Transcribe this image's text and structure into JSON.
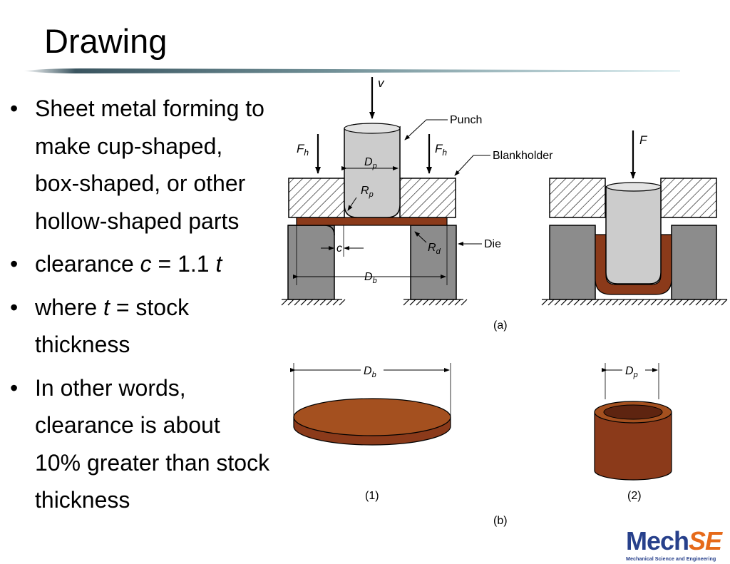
{
  "slide": {
    "title": "Drawing"
  },
  "bullets": {
    "b1": {
      "lines": [
        "Sheet metal forming to",
        "make cup-shaped,",
        "box-shaped, or other",
        "hollow-shaped parts"
      ]
    },
    "b2": {
      "prefix": "clearance ",
      "var1": "c",
      "eq": " = 1.1 ",
      "var2": "t"
    },
    "b3": {
      "prefix": "where ",
      "var": "t",
      "rest": " = stock",
      "line2": "thickness"
    },
    "b4": {
      "lines": [
        "In other words,",
        "clearance is about",
        "10% greater than stock",
        "thickness"
      ]
    }
  },
  "diagram": {
    "v": "v",
    "punch": "Punch",
    "blankholder": "Blankholder",
    "die": "Die",
    "fh": "F",
    "fh_sub": "h",
    "f": "F",
    "dp": "D",
    "dp_sub": "p",
    "rp": "R",
    "rp_sub": "p",
    "rd": "R",
    "rd_sub": "d",
    "c": "c",
    "db": "D",
    "db_sub": "b",
    "label_a": "(a)",
    "label_b": "(b)",
    "label_1": "(1)",
    "label_2": "(2)"
  },
  "logo": {
    "mech": "Mech",
    "se": "SE",
    "subtitle": "Mechanical Science and Engineering"
  },
  "colors": {
    "sheet": "#8b3a1a",
    "sheet_light": "#a4501f",
    "die_gray": "#8c8c8c",
    "punch_gray": "#cccccc",
    "logo_blue": "#27408b",
    "logo_orange": "#e66a1a"
  }
}
